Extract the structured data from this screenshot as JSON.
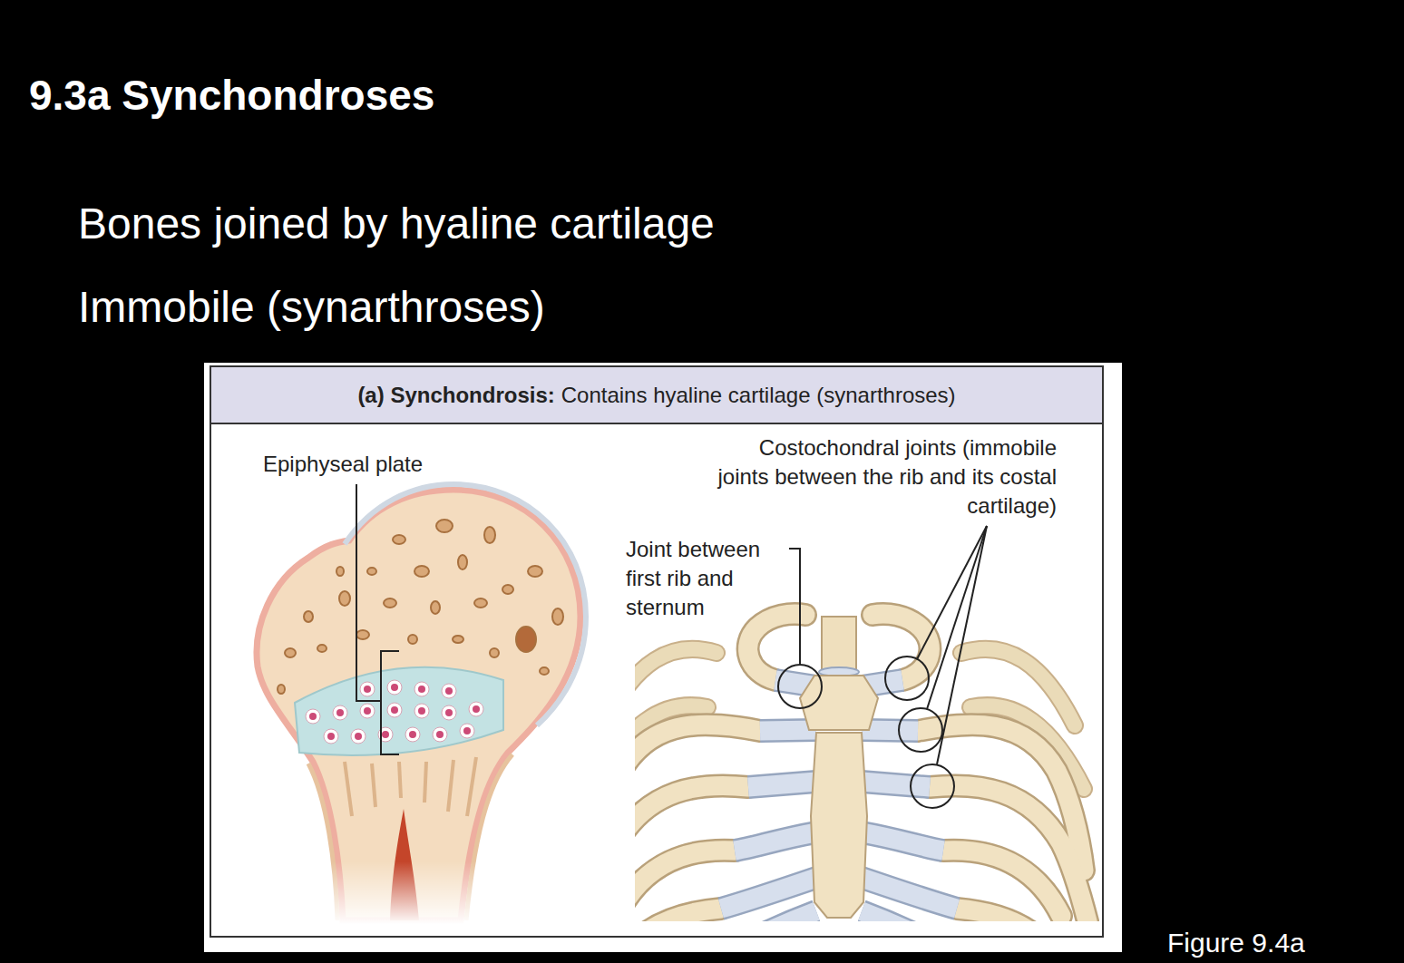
{
  "diagram": {
    "title": "9.3a Synchondroses",
    "caption": "Figure 9.4a",
    "nodes": [
      {
        "text": [
          "(a) Synchondrosis:",
          "Contains hyaline cartilage (synarthroses)"
        ]
      }
    ],
    "labels": [
      "Bones joined by hyaline cartilage",
      "Immobile (synarthroses)",
      "Epiphyseal plate",
      "Costochondral joints (immobile joints between the rib and its costal cartilage)",
      "Joint between first rib and sternum"
    ]
  }
}
